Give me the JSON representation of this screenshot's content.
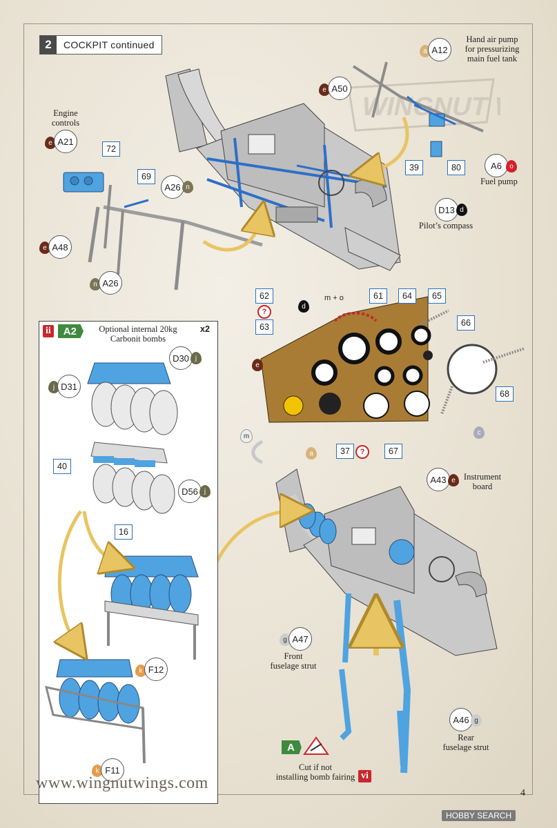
{
  "header": {
    "step_number": "2",
    "title": "COCKPIT continued"
  },
  "logo": {
    "text": "WINGNUT WINGS"
  },
  "labels": {
    "engine_controls": "Engine\ncontrols",
    "hand_air_pump": "Hand air pump\nfor pressurizing\nmain fuel tank",
    "fuel_pump": "Fuel pump",
    "pilots_compass": "Pilot’s compass",
    "instrument_board": "Instrument\nboard",
    "front_strut": "Front\nfuselage strut",
    "rear_strut": "Rear\nfuselage strut",
    "cut_note": "Cut if not\ninstalling bomb fairing"
  },
  "parts": {
    "A21": "A21",
    "A48": "A48",
    "A26a": "A26",
    "A26b": "A26",
    "p72": "72",
    "p69": "69",
    "A12": "A12",
    "A50": "A50",
    "p39": "39",
    "p80": "80",
    "A6": "A6",
    "D13": "D13",
    "p62": "62",
    "p63": "63",
    "p61": "61",
    "p64": "64",
    "p65": "65",
    "p66": "66",
    "p68": "68",
    "p37": "37",
    "p67": "67",
    "A43": "A43",
    "A47": "A47",
    "A46": "A46",
    "D30": "D30",
    "D31": "D31",
    "p40": "40",
    "D56": "D56",
    "p16": "16",
    "F12": "F12",
    "F11": "F11"
  },
  "paint": {
    "e": "e",
    "n": "n",
    "a": "a",
    "o": "o",
    "d": "d",
    "m": "m",
    "m_plus_o": "m + o",
    "c": "c",
    "j": "j",
    "g": "g",
    "k": "k",
    "question": "?"
  },
  "inset": {
    "roman": "ii",
    "code": "A2",
    "title": "Optional internal 20kg\nCarbonit bombs",
    "multiplier": "x2"
  },
  "cut_box": {
    "roman": "vi",
    "code": "A"
  },
  "footer": {
    "website": "www.wingnutwings.com",
    "page_number": "4",
    "watermark": "HOBBY SEARCH"
  },
  "colors": {
    "part_blue": "#4fa3e0",
    "part_grey": "#b9b9b9",
    "board_wood": "#a97c35",
    "arrow": "#e8c463",
    "paint_red": "#d4202a",
    "paint_brown": "#6a2a1a",
    "paint_olive": "#7a7656",
    "paint_tan": "#d8b27a",
    "paint_black": "#111111"
  }
}
